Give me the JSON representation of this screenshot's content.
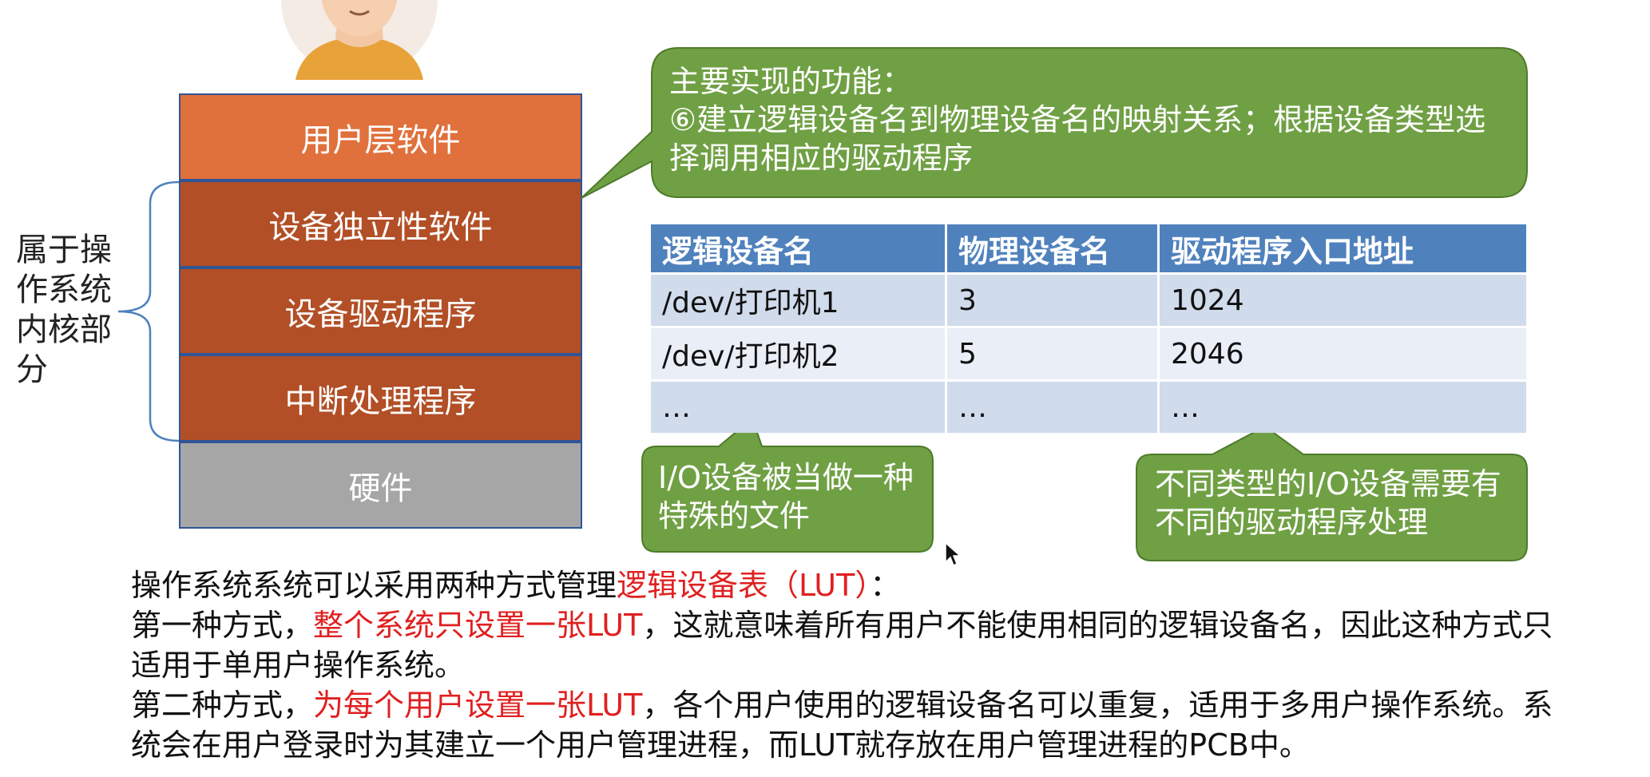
{
  "layers": [
    {
      "label": "用户层软件",
      "color": "#e0703c"
    },
    {
      "label": "设备独立性软件",
      "color": "#b24f26"
    },
    {
      "label": "设备驱动程序",
      "color": "#b24f26"
    },
    {
      "label": "中断处理程序",
      "color": "#b24f26"
    },
    {
      "label": "硬件",
      "color": "#a6a6a6"
    }
  ],
  "kernel_label": "属于操作系统内核部分",
  "callout_main": {
    "line1": "主要实现的功能：",
    "line2": "⑥建立逻辑设备名到物理设备名的映射关系；根据设备类型选择调用相应的驱动程序"
  },
  "callout_file": "I/O设备被当做一种特殊的文件",
  "callout_driver": "不同类型的I/O设备需要有不同的驱动程序处理",
  "colors": {
    "callout_green": "#70a044",
    "callout_border": "#4e7a2a",
    "table_header": "#4f81bd",
    "highlight_red": "#e02020"
  },
  "table": {
    "headers": [
      "逻辑设备名",
      "物理设备名",
      "驱动程序入口地址"
    ],
    "rows": [
      [
        "/dev/打印机1",
        "3",
        "1024"
      ],
      [
        "/dev/打印机2",
        "5",
        "2046"
      ],
      [
        "…",
        "…",
        "…"
      ]
    ]
  },
  "body": {
    "p1_a": "操作系统系统可以采用两种方式管理",
    "p1_red": "逻辑设备表（LUT）",
    "p1_b": "：",
    "p2_a": "第一种方式，",
    "p2_red": "整个系统只设置一张LUT",
    "p2_b": "，这就意味着所有用户不能使用相同的逻辑设备名，因此这种方式只适用于单用户操作系统。",
    "p3_a": "第二种方式，",
    "p3_red": "为每个用户设置一张LUT",
    "p3_b": "，各个用户使用的逻辑设备名可以重复，适用于多用户操作系统。系统会在用户登录时为其建立一个用户管理进程，而LUT就存放在用户管理进程的PCB中。"
  }
}
